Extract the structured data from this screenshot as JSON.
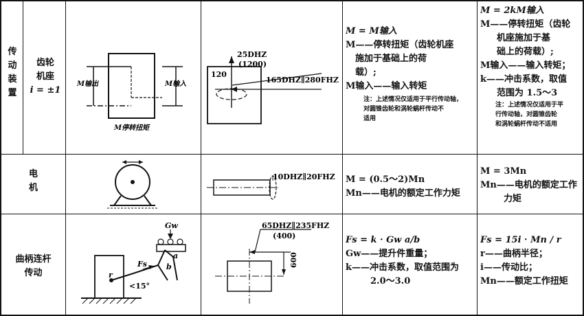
{
  "rows": [
    {
      "category": "传动装置",
      "category_lines": [
        "传",
        "动",
        "装",
        "置"
      ],
      "item_lines": [
        "齿轮",
        "机座",
        "i = ±1"
      ],
      "diagram_labels": {
        "m_out": "M输出",
        "m_in": "M输入",
        "m_stall": "M停转扭矩"
      },
      "spec_labels": {
        "vertical": "25DHZ",
        "vertical_paren": "(1200)",
        "left_num": "120",
        "horizontal": "165DHZ∥280FHZ"
      },
      "formula_1": {
        "main": "M = M输入",
        "defs": [
          "M——停转扭矩（齿轮机座",
          "施加于基础上的荷",
          "载）;",
          "M输入——输入转矩"
        ],
        "note": [
          "注：上述情况仅适用于平行传动轴，",
          "对圆锥齿轮和涡轮蜗杆传动不",
          "适用"
        ]
      },
      "formula_2": {
        "main": "M = 2kM输入",
        "defs": [
          "M——停转扭矩（齿轮",
          "机座施加于基",
          "础上的荷载）;",
          "M输入——输入转矩；",
          "k——冲击系数，取值",
          "范围为 1.5～3"
        ],
        "note": [
          "注：上述情况仅适用于平",
          "行传动轴，对圆锥齿轮",
          "和涡轮蜗杆传动不适用"
        ]
      }
    },
    {
      "item_lines": [
        "电",
        "机"
      ],
      "spec_labels": {
        "horizontal": "10DHZ∥20FHZ"
      },
      "formula_1": {
        "main": "M = (0.5～2)Mn",
        "defs": [
          "Mn——电机的额定工作力矩"
        ]
      },
      "formula_2": {
        "main": "M = 3Mn",
        "defs": [
          "Mn——电机的额定工作",
          "力矩"
        ]
      }
    },
    {
      "item_lines": [
        "曲柄连杆",
        "传动"
      ],
      "diagram_labels": {
        "gw": "Gw",
        "fs": "Fs",
        "r": "r",
        "a": "a",
        "b": "b",
        "angle": "<15°"
      },
      "spec_labels": {
        "horizontal": "65DHZ∥235FHZ",
        "horizontal_paren": "(400)",
        "vertical_num": "600"
      },
      "formula_1": {
        "main": "Fs = k · Gw a/b",
        "defs": [
          "Gw——提升件重量；",
          "k——冲击系数，取值范围为",
          "2.0～3.0"
        ]
      },
      "formula_2": {
        "main": "Fs = 15i · Mn / r",
        "defs": [
          "r——曲柄半径；",
          "i——传动比；",
          "Mn——额定工作扭矩"
        ]
      }
    }
  ]
}
